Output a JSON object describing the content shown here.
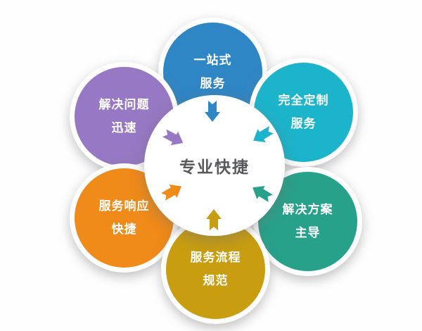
{
  "diagram": {
    "center": {
      "label": "专业快捷",
      "text_color": "#58595b",
      "fill": "#ffffff"
    },
    "petals": [
      {
        "id": "top",
        "line1": "一站式",
        "line2": "服务",
        "color": "#2f86c5"
      },
      {
        "id": "top-left",
        "line1": "解决问题",
        "line2": "迅速",
        "color": "#9678c4"
      },
      {
        "id": "top-right",
        "line1": "完全定制",
        "line2": "服务",
        "color": "#1cb4cb"
      },
      {
        "id": "bottom-left",
        "line1": "服务响应",
        "line2": "快捷",
        "color": "#f08a18"
      },
      {
        "id": "bottom-right",
        "line1": "解决方案",
        "line2": "主导",
        "color": "#27a189"
      },
      {
        "id": "bottom",
        "line1": "服务流程",
        "line2": "规范",
        "color": "#c89d10"
      }
    ]
  }
}
